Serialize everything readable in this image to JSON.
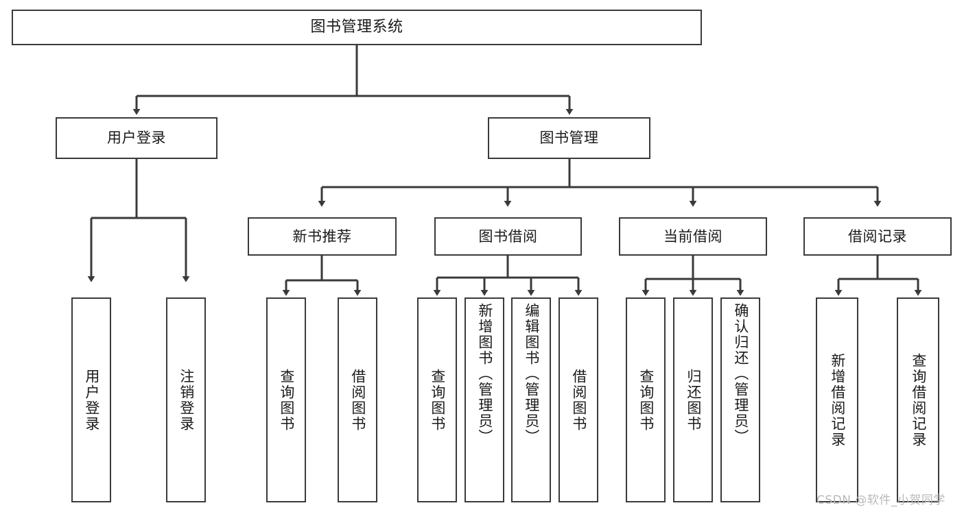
{
  "diagram": {
    "title": "图书管理系统",
    "type": "tree-hierarchy",
    "stroke_color": "#3a3a3a",
    "background_color": "#ffffff",
    "text_color": "#1a1a1a"
  },
  "nodes": {
    "root": {
      "label": "图书管理系统"
    },
    "level2": [
      {
        "id": "user-login",
        "label": "用户登录"
      },
      {
        "id": "book-manage",
        "label": "图书管理"
      }
    ],
    "level3": [
      {
        "id": "new-book-recommend",
        "label": "新书推荐"
      },
      {
        "id": "book-borrow",
        "label": "图书借阅"
      },
      {
        "id": "current-borrow",
        "label": "当前借阅"
      },
      {
        "id": "borrow-record",
        "label": "借阅记录"
      }
    ],
    "level4": [
      {
        "id": "leaf-user-login",
        "label": "用户登录",
        "parent": "user-login"
      },
      {
        "id": "leaf-logout-login",
        "label": "注销登录",
        "parent": "user-login"
      },
      {
        "id": "leaf-query-book-1",
        "label": "查询图书",
        "parent": "new-book-recommend"
      },
      {
        "id": "leaf-borrow-book-1",
        "label": "借阅图书",
        "parent": "new-book-recommend"
      },
      {
        "id": "leaf-query-book-2",
        "label": "查询图书",
        "parent": "book-borrow"
      },
      {
        "id": "leaf-add-book",
        "label": "新增图书（管理员）",
        "parent": "book-borrow"
      },
      {
        "id": "leaf-edit-book",
        "label": "编辑图书（管理员）",
        "parent": "book-borrow"
      },
      {
        "id": "leaf-borrow-book-2",
        "label": "借阅图书",
        "parent": "book-borrow"
      },
      {
        "id": "leaf-query-book-3",
        "label": "查询图书",
        "parent": "current-borrow"
      },
      {
        "id": "leaf-return-book",
        "label": "归还图书",
        "parent": "current-borrow"
      },
      {
        "id": "leaf-confirm-return",
        "label": "确认归还（管理员）",
        "parent": "current-borrow"
      },
      {
        "id": "leaf-add-record",
        "label": "新增借阅记录",
        "parent": "borrow-record"
      },
      {
        "id": "leaf-query-record",
        "label": "查询借阅记录",
        "parent": "borrow-record"
      }
    ]
  },
  "watermark": {
    "text": "CSDN @软件_小贺同学"
  }
}
